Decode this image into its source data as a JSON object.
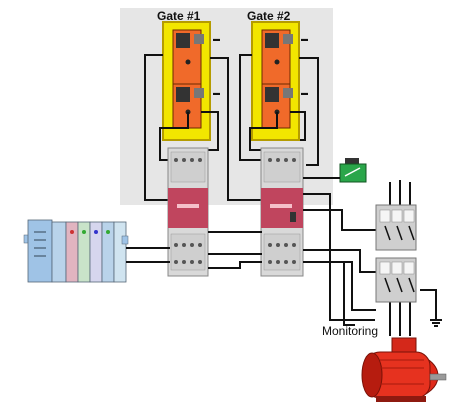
{
  "diagram": {
    "labels": {
      "gate1": "Gate #1",
      "gate2": "Gate #2",
      "monitoring": "Monitoring"
    },
    "colors": {
      "panel_bg": "#e6e6e6",
      "gate_frame": "#f2e600",
      "gate_frame_edge": "#b59c00",
      "relay_orange": "#f06a2a",
      "relay_module_red": "#c0455e",
      "relay_module_grey": "#d9d9d9",
      "wire": "#111111",
      "motor_red": "#e02a1a",
      "contactor_green": "#2aa64a",
      "plc_blue": "#9fc3e6"
    },
    "icons": {
      "gate1": "safety-relay-module-icon",
      "gate2": "safety-relay-module-icon",
      "controller": "plc-rack-icon",
      "motor": "electric-motor-icon",
      "contactor": "contactor-icon"
    }
  }
}
